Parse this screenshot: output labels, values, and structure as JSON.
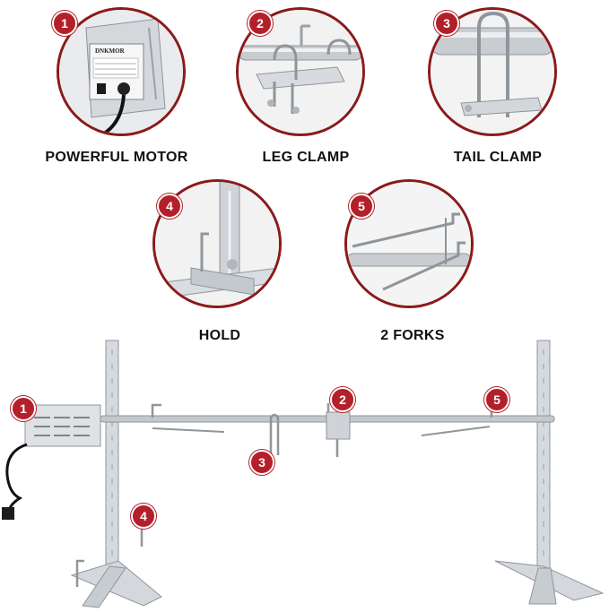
{
  "details": [
    {
      "number": "1",
      "caption": "POWERFUL MOTOR"
    },
    {
      "number": "2",
      "caption": "LEG CLAMP"
    },
    {
      "number": "3",
      "caption": "TAIL CLAMP"
    },
    {
      "number": "4",
      "caption": "HOLD"
    },
    {
      "number": "5",
      "caption": "2 FORKS"
    }
  ],
  "motor_brand": "DNKMOR",
  "main_markers": [
    "1",
    "2",
    "3",
    "4",
    "5"
  ],
  "colors": {
    "accent": "#b3202a",
    "ring": "#8b1a1a",
    "steel": "#c9cdd2"
  }
}
